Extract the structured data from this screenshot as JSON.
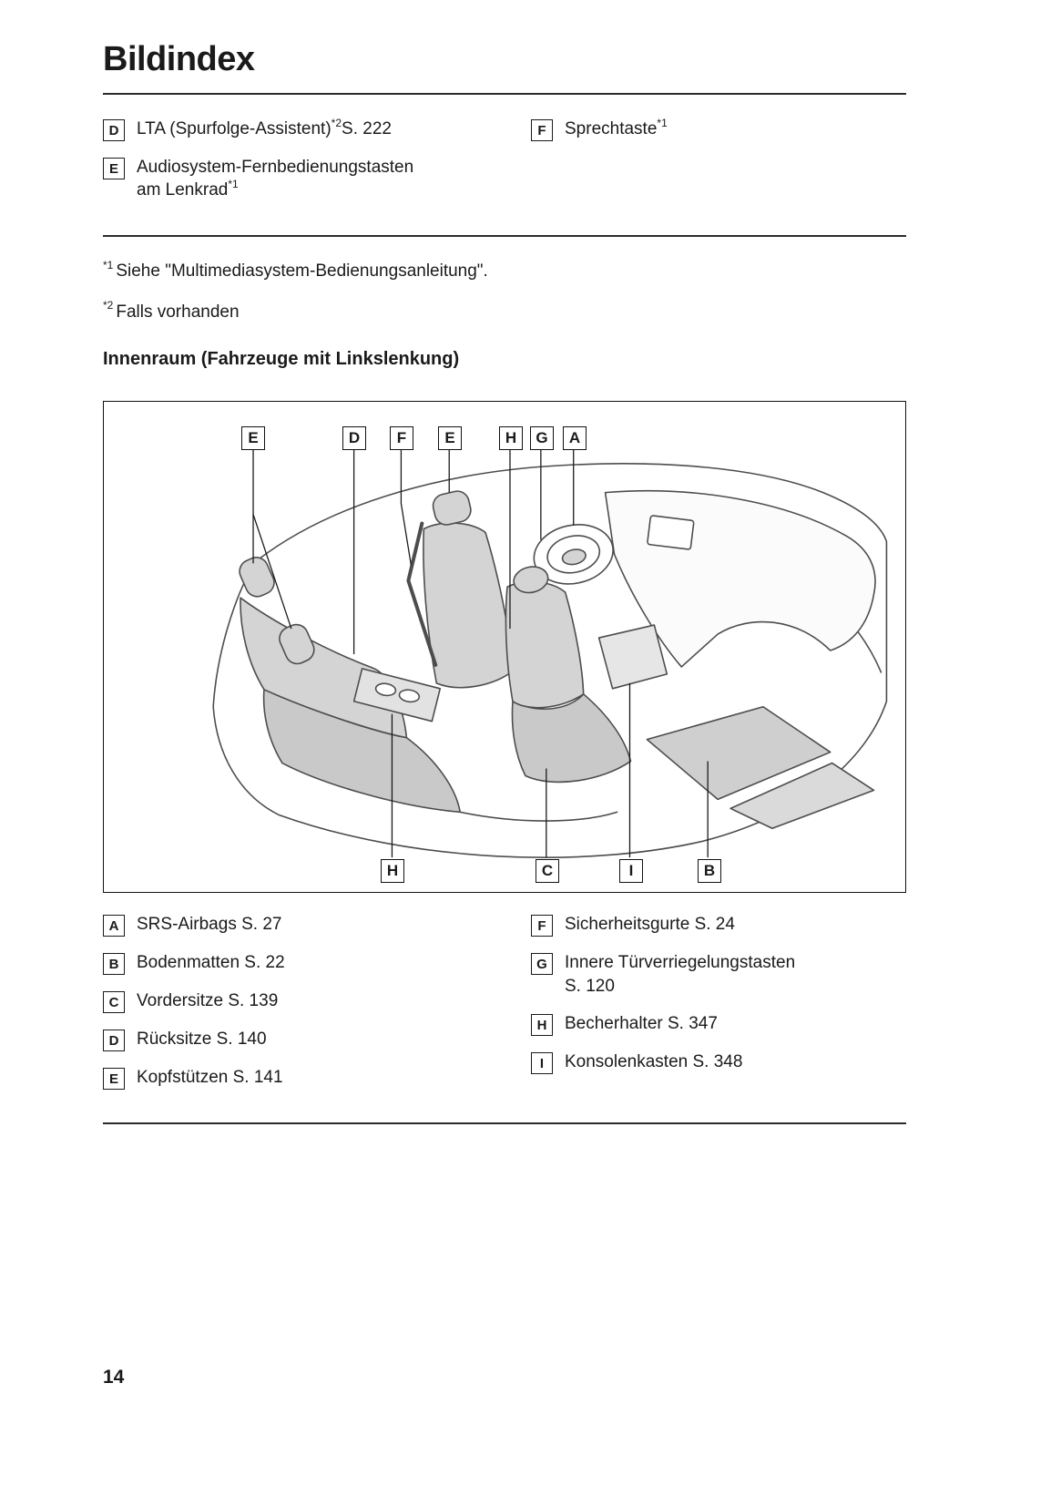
{
  "page": {
    "title": "Bildindex",
    "section_heading": "Innenraum (Fahrzeuge mit Linkslenkung)",
    "page_number": "14"
  },
  "legend_top": {
    "left": [
      {
        "key": "D",
        "text": "LTA (Spurfolge-Assistent)",
        "sup": "*2",
        "after": "S. 222"
      },
      {
        "key": "E",
        "line1": "Audiosystem-Fernbedienungstasten",
        "line2": "am Lenkrad",
        "sup": "*1"
      }
    ],
    "right": [
      {
        "key": "F",
        "text": "Sprechtaste",
        "sup": "*1"
      }
    ]
  },
  "footnotes": [
    {
      "marker": "*1",
      "text": "Siehe \"Multimediasystem-Bedienungsanleitung\"."
    },
    {
      "marker": "*2",
      "text": "Falls vorhanden"
    }
  ],
  "diagram": {
    "top_labels": [
      "E",
      "D",
      "F",
      "E",
      "H",
      "G",
      "A"
    ],
    "bottom_labels": [
      "H",
      "C",
      "I",
      "B"
    ]
  },
  "legend_bottom": {
    "left": [
      {
        "key": "A",
        "text": "SRS-Airbags S. 27"
      },
      {
        "key": "B",
        "text": "Bodenmatten S. 22"
      },
      {
        "key": "C",
        "text": "Vordersitze S. 139"
      },
      {
        "key": "D",
        "text": "Rücksitze S. 140"
      },
      {
        "key": "E",
        "text": "Kopfstützen S. 141"
      }
    ],
    "right": [
      {
        "key": "F",
        "text": "Sicherheitsgurte S. 24"
      },
      {
        "key": "G",
        "line1": "Innere Türverriegelungstasten",
        "line2": "S. 120"
      },
      {
        "key": "H",
        "text": "Becherhalter S. 347"
      },
      {
        "key": "I",
        "text": "Konsolenkasten S. 348"
      }
    ]
  }
}
